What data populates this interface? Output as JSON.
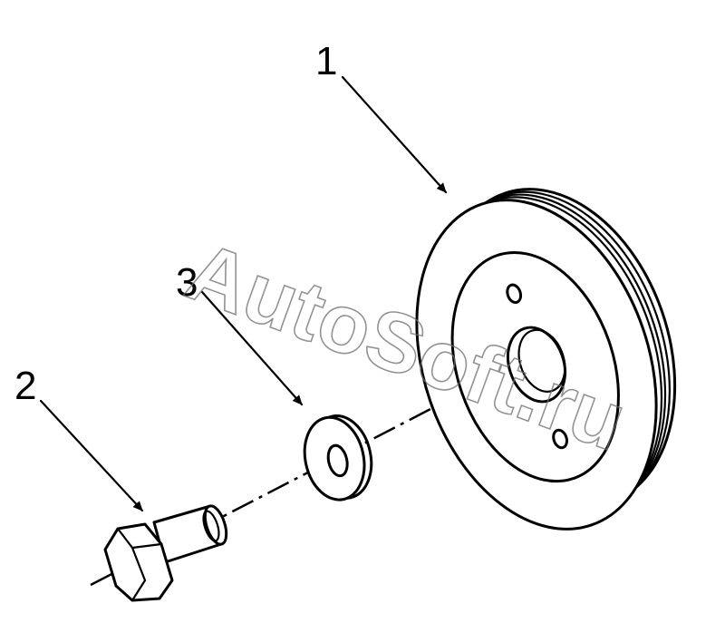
{
  "callouts": [
    {
      "label": "1"
    },
    {
      "label": "2"
    },
    {
      "label": "3"
    }
  ],
  "watermark": "AutoSoft.ru"
}
